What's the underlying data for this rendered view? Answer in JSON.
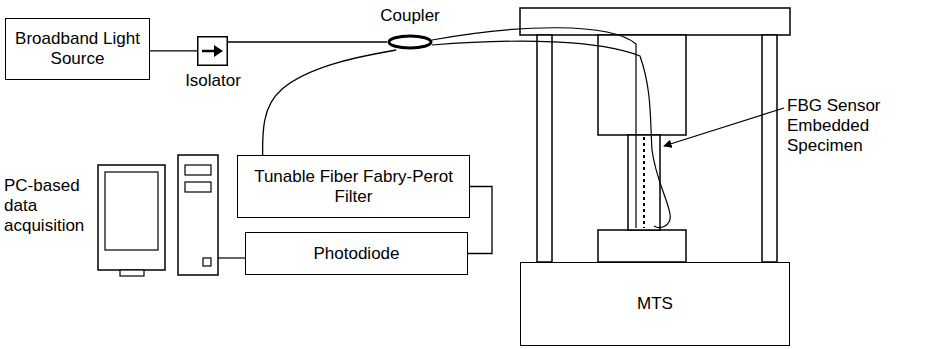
{
  "diagram": {
    "nodes": [
      {
        "text": [
          "Broadband Light Source"
        ]
      },
      {
        "text": [
          "Isolator"
        ]
      },
      {
        "text": [
          "Coupler"
        ]
      },
      {
        "text": [
          "Tunable Fiber Fabry-Perot Filter"
        ]
      },
      {
        "text": [
          "Photodiode"
        ]
      },
      {
        "text": [
          "MTS"
        ]
      }
    ],
    "edges": [
      {
        "from": 0,
        "to": 1,
        "arrow": "none"
      },
      {
        "from": 1,
        "to": 2,
        "arrow": "none"
      },
      {
        "from": 2,
        "to": 3,
        "arrow": "none"
      },
      {
        "from": 3,
        "to": 4,
        "arrow": "none"
      }
    ],
    "labels": [
      "FBG Sensor Embedded Specimen",
      "PC-based data acquisition"
    ]
  }
}
